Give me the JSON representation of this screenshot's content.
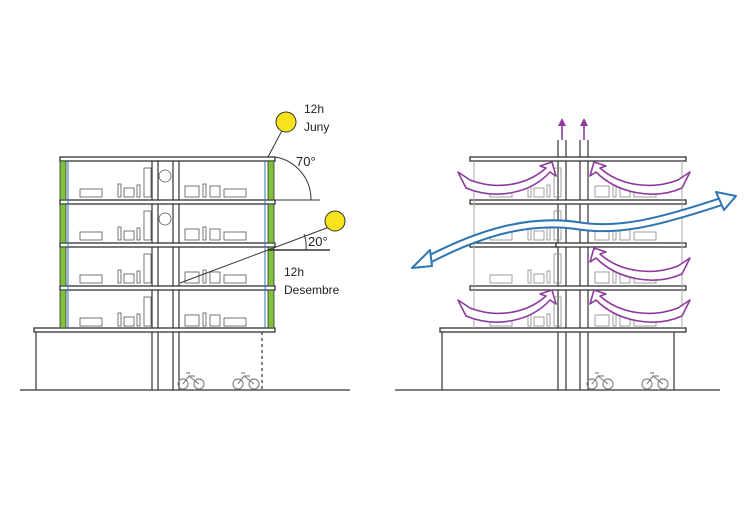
{
  "left_section": {
    "summer": {
      "time": "12h",
      "month": "Juny",
      "angle": "70°"
    },
    "winter": {
      "time": "12h",
      "month": "Desembre",
      "angle": "20°"
    }
  },
  "colors": {
    "facade_green": "#7ec13b",
    "structure": "#333333",
    "sun": "#f7e21b",
    "cross_ventilation": "#2e75b6",
    "stack_ventilation": "#8e3a9e"
  }
}
